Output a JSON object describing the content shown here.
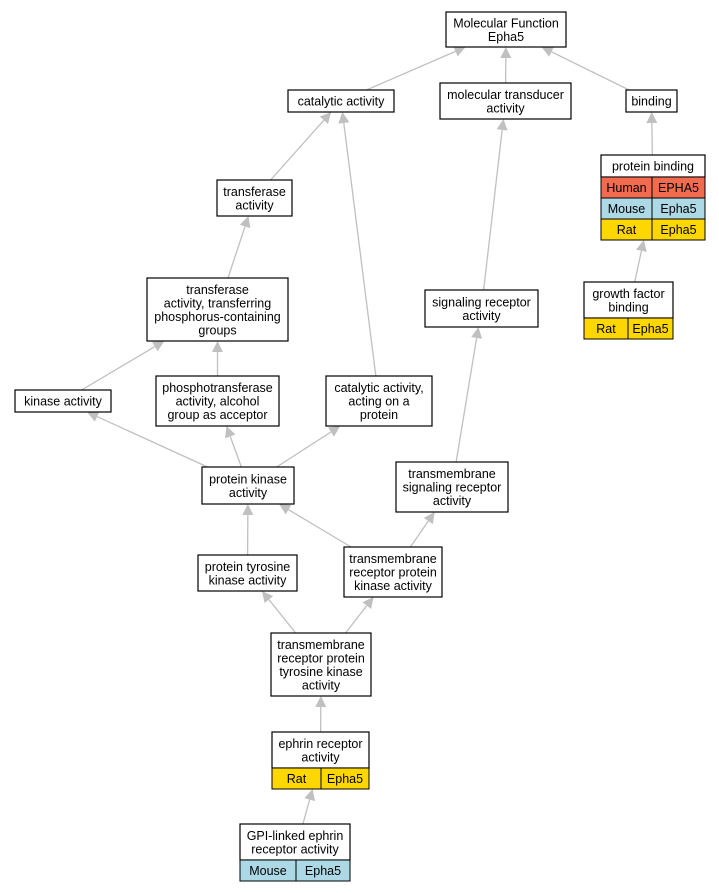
{
  "colors": {
    "human": "#f26b4f",
    "mouse": "#add8e6",
    "rat": "#ffd700",
    "edge": "#c0c0c0",
    "border": "#000000",
    "background": "#ffffff"
  },
  "nodes": {
    "mf": {
      "label": [
        "Molecular Function",
        "Epha5"
      ]
    },
    "catalytic": {
      "label": [
        "catalytic activity"
      ]
    },
    "transducer": {
      "label": [
        "molecular transducer",
        "activity"
      ]
    },
    "binding": {
      "label": [
        "binding"
      ]
    },
    "protein_binding": {
      "label": [
        "protein binding"
      ],
      "annotations": [
        {
          "species": "Human",
          "gene": "EPHA5"
        },
        {
          "species": "Mouse",
          "gene": "Epha5"
        },
        {
          "species": "Rat",
          "gene": "Epha5"
        }
      ]
    },
    "transferase": {
      "label": [
        "transferase",
        "activity"
      ]
    },
    "growth_factor": {
      "label": [
        "growth factor",
        "binding"
      ],
      "annotations": [
        {
          "species": "Rat",
          "gene": "Epha5"
        }
      ]
    },
    "signaling_receptor": {
      "label": [
        "signaling receptor",
        "activity"
      ]
    },
    "transferase_phos": {
      "label": [
        "transferase",
        "activity, transferring",
        "phosphorus-containing",
        "groups"
      ]
    },
    "kinase": {
      "label": [
        "kinase activity"
      ]
    },
    "phosphotransferase": {
      "label": [
        "phosphotransferase",
        "activity, alcohol",
        "group as acceptor"
      ]
    },
    "catalytic_protein": {
      "label": [
        "catalytic activity,",
        "acting on a",
        "protein"
      ]
    },
    "protein_kinase": {
      "label": [
        "protein kinase",
        "activity"
      ]
    },
    "tm_signaling": {
      "label": [
        "transmembrane",
        "signaling receptor",
        "activity"
      ]
    },
    "tyrosine_kinase": {
      "label": [
        "protein tyrosine",
        "kinase activity"
      ]
    },
    "tm_receptor_kinase": {
      "label": [
        "transmembrane",
        "receptor protein",
        "kinase activity"
      ]
    },
    "tm_tyrosine": {
      "label": [
        "transmembrane",
        "receptor protein",
        "tyrosine kinase",
        "activity"
      ]
    },
    "ephrin": {
      "label": [
        "ephrin receptor",
        "activity"
      ],
      "annotations": [
        {
          "species": "Rat",
          "gene": "Epha5"
        }
      ]
    },
    "gpi_ephrin": {
      "label": [
        "GPI-linked ephrin",
        "receptor activity"
      ],
      "annotations": [
        {
          "species": "Mouse",
          "gene": "Epha5"
        }
      ]
    }
  }
}
